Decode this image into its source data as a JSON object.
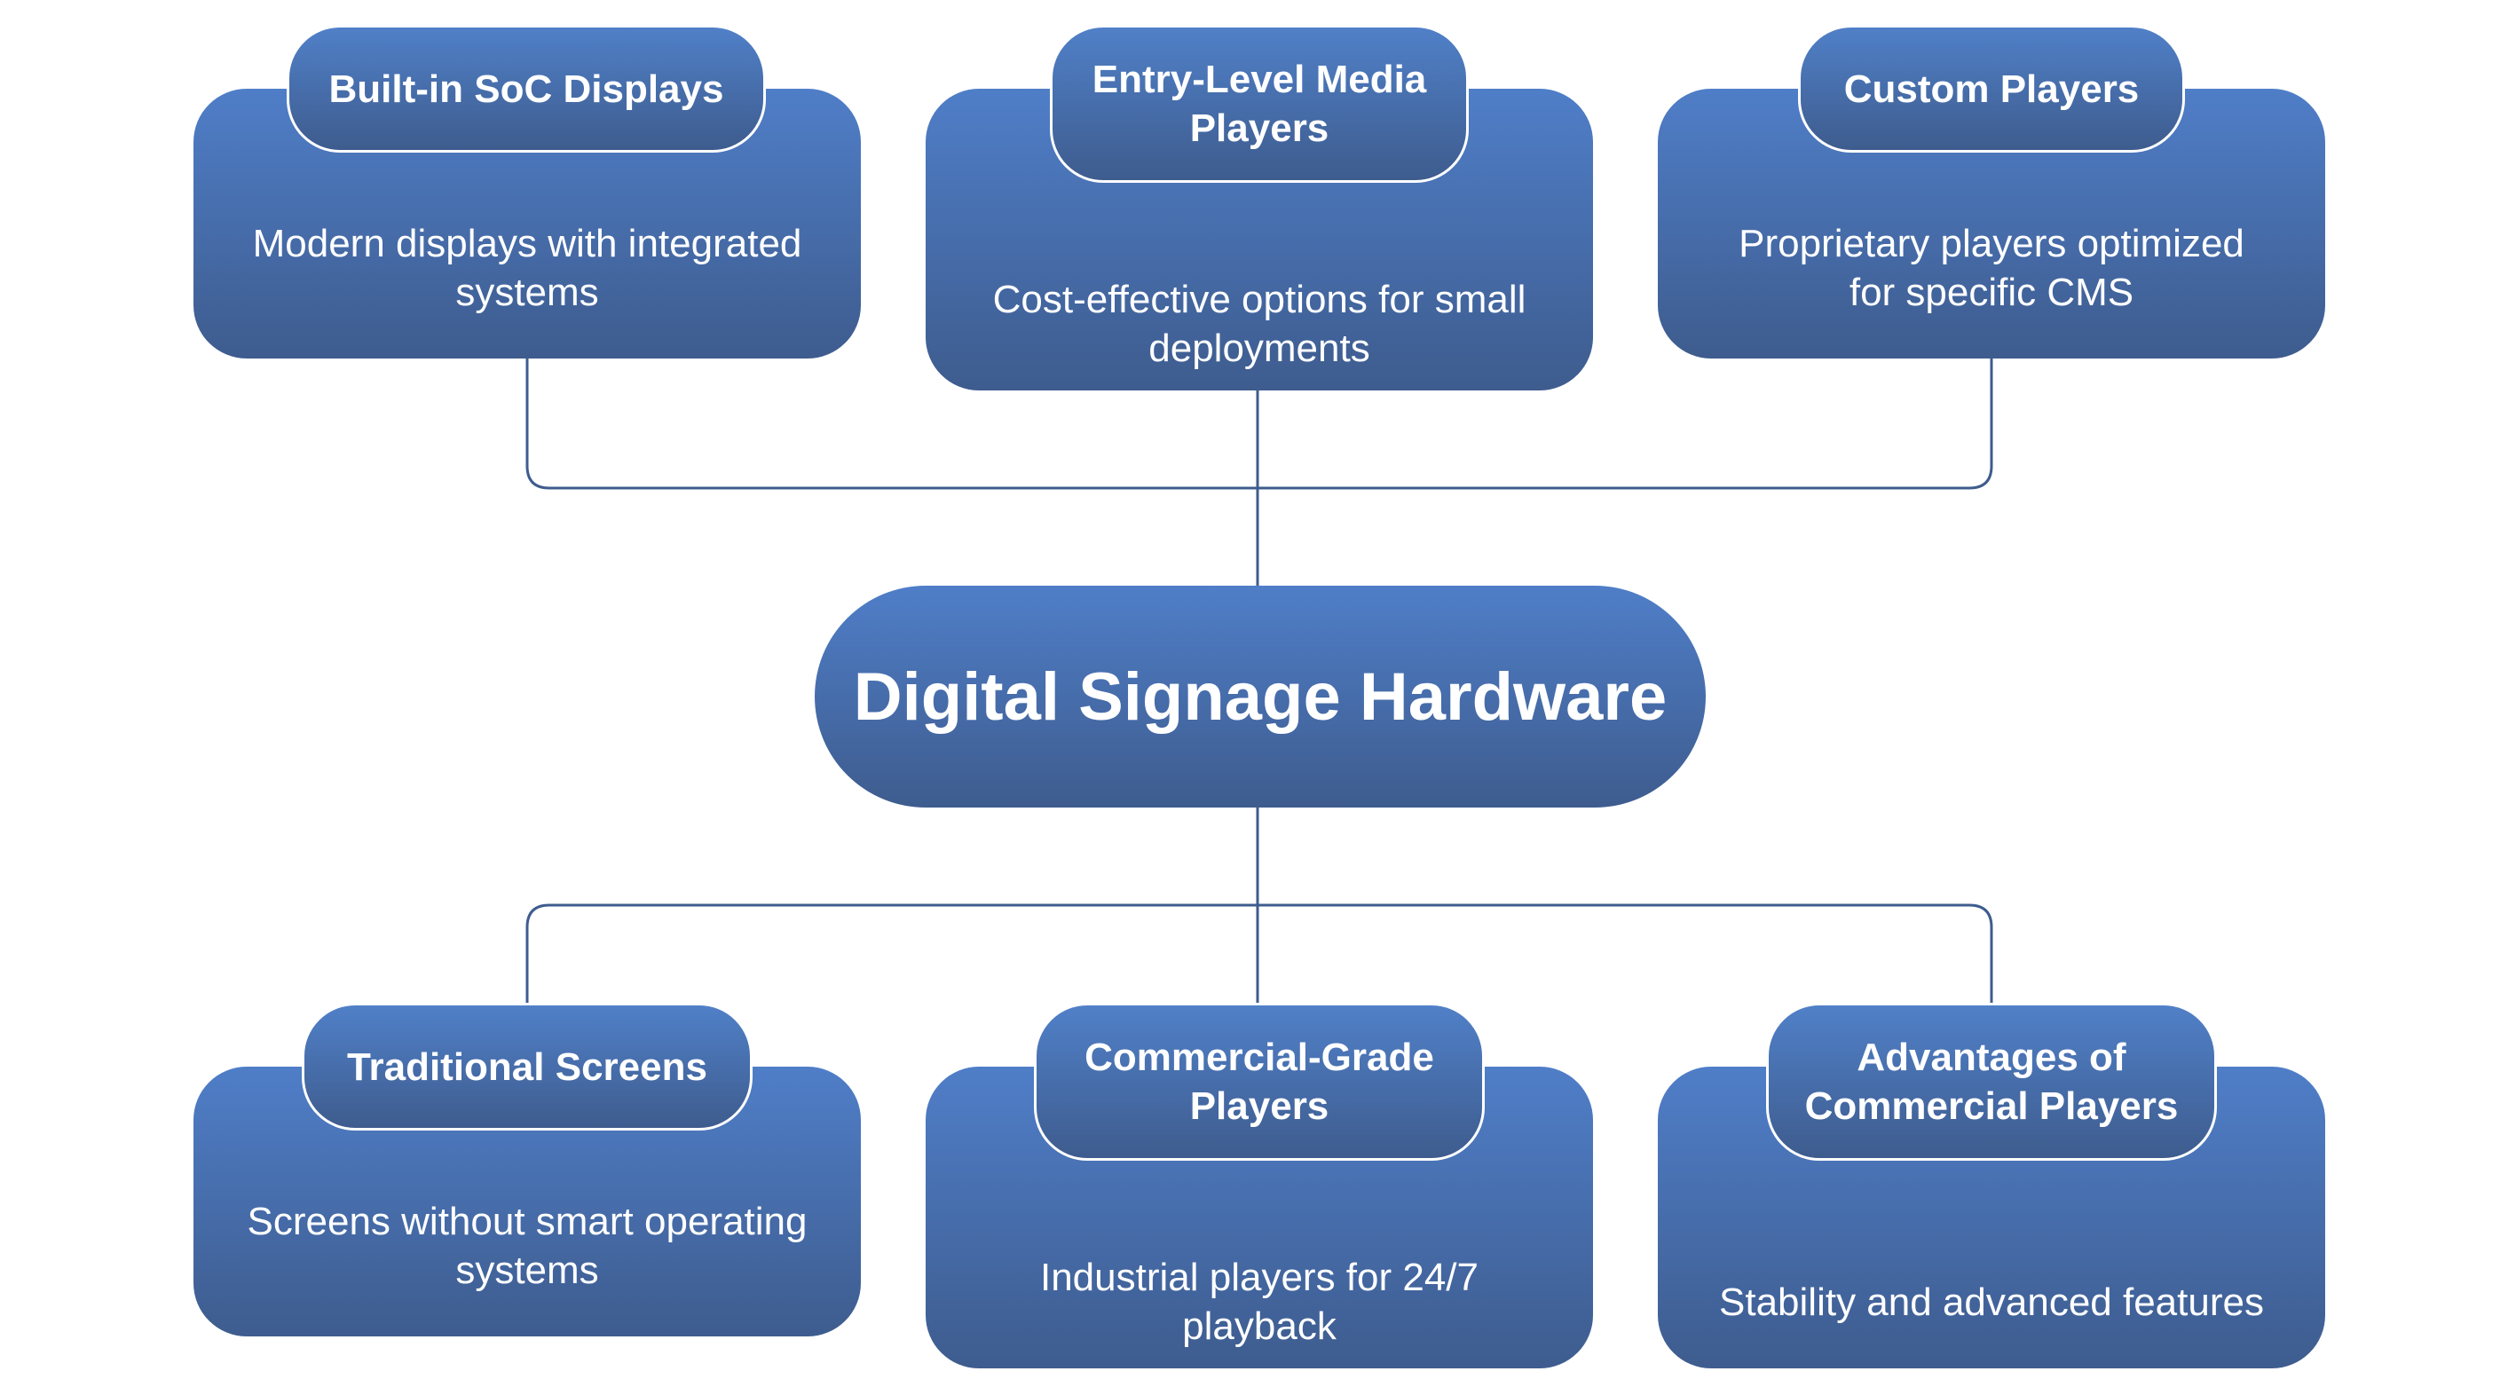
{
  "diagram": {
    "center_title": "Digital Signage Hardware",
    "top": [
      {
        "title": "Built-in SoC Displays",
        "desc": "Modern displays with integrated systems"
      },
      {
        "title": "Entry-Level Media Players",
        "desc": "Cost-effective options for small deployments"
      },
      {
        "title": "Custom Players",
        "desc": "Proprietary players optimized for specific CMS"
      }
    ],
    "bottom": [
      {
        "title": "Traditional Screens",
        "desc": "Screens without smart operating systems"
      },
      {
        "title": "Commercial-Grade Players",
        "desc": "Industrial players for 24/7 playback"
      },
      {
        "title": "Advantages of Commercial Players",
        "desc": "Stability and advanced features"
      }
    ],
    "colors": {
      "box_top": "#4f7ec8",
      "box_bottom": "#3e5c8e",
      "line": "#3e5c8e",
      "text": "#ffffff"
    }
  }
}
